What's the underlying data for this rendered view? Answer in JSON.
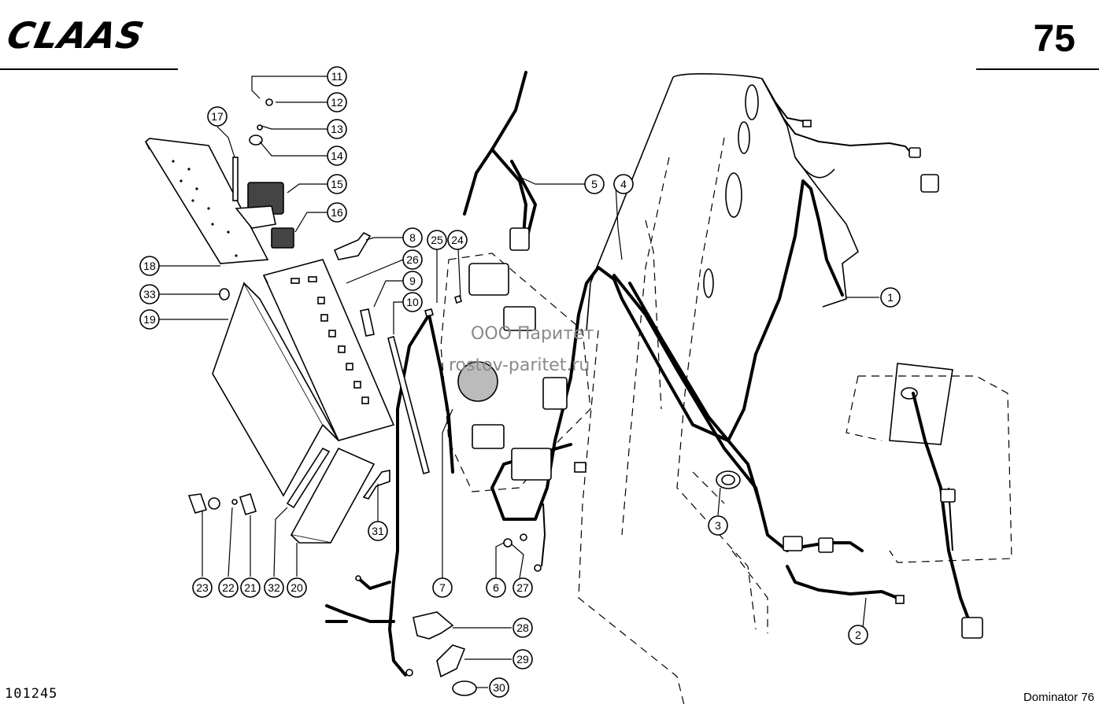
{
  "header": {
    "brand": "CLAAS",
    "page_number": "75"
  },
  "footer": {
    "document_number": "101245",
    "model": "Dominator 76"
  },
  "watermark": {
    "line1": "ООО Паритет",
    "line2": "rostov-paritet.ru"
  },
  "callouts": [
    {
      "label": "1"
    },
    {
      "label": "2"
    },
    {
      "label": "3"
    },
    {
      "label": "4"
    },
    {
      "label": "5"
    },
    {
      "label": "6"
    },
    {
      "label": "7"
    },
    {
      "label": "8"
    },
    {
      "label": "9"
    },
    {
      "label": "10"
    },
    {
      "label": "11"
    },
    {
      "label": "12"
    },
    {
      "label": "13"
    },
    {
      "label": "14"
    },
    {
      "label": "15"
    },
    {
      "label": "16"
    },
    {
      "label": "17"
    },
    {
      "label": "18"
    },
    {
      "label": "19"
    },
    {
      "label": "20"
    },
    {
      "label": "21"
    },
    {
      "label": "22"
    },
    {
      "label": "23"
    },
    {
      "label": "24"
    },
    {
      "label": "25"
    },
    {
      "label": "26"
    },
    {
      "label": "27"
    },
    {
      "label": "28"
    },
    {
      "label": "29"
    },
    {
      "label": "30"
    },
    {
      "label": "31"
    },
    {
      "label": "32"
    },
    {
      "label": "33"
    }
  ]
}
